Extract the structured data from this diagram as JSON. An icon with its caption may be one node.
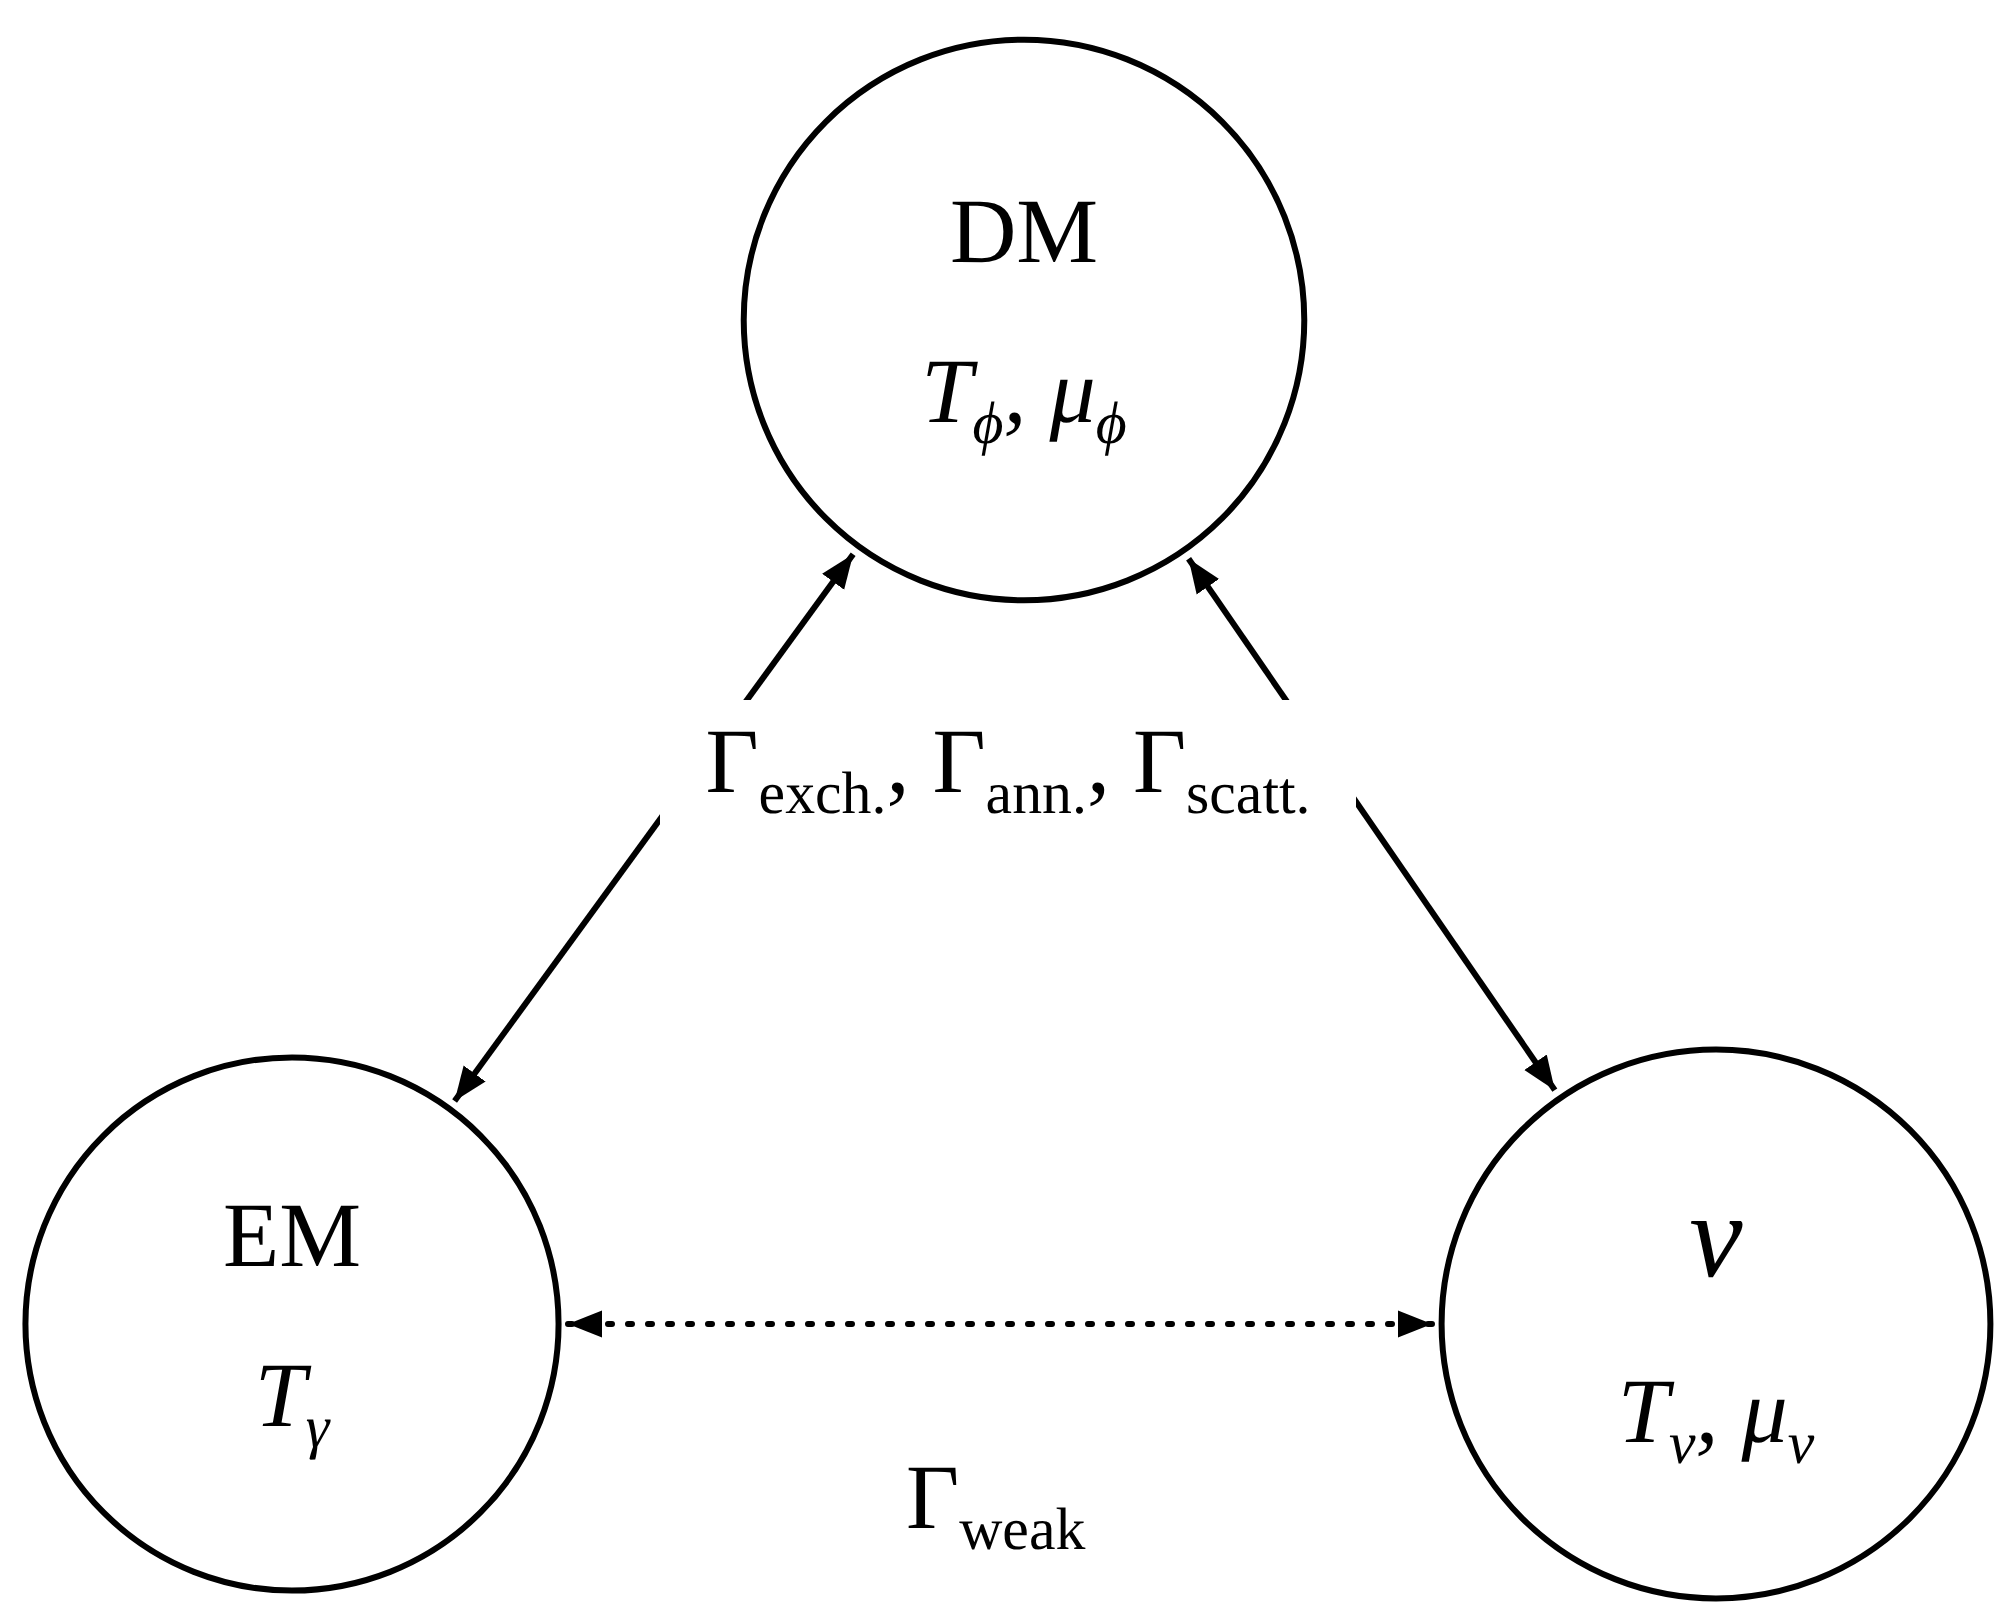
{
  "diagram": {
    "nodes": [
      {
        "text": [
          "DM",
          "T$_{ϕ}$, μ$_{ϕ}$"
        ]
      },
      {
        "text": [
          "EM",
          "T$_{γ}$"
        ]
      },
      {
        "text": [
          "ν",
          "T$_{ν}$, μ$_{ν}$"
        ]
      }
    ],
    "edges": [
      {
        "from": 0,
        "to": 1,
        "arrow": "both"
      },
      {
        "from": 0,
        "to": 2,
        "arrow": "both"
      },
      {
        "from": 1,
        "to": 2,
        "arrow": "both",
        "style": "dashed",
        "label": "Γ$_{weak}$"
      }
    ],
    "labels": [
      "Γ$_{exch.}$, Γ$_{ann.}$, Γ$_{scatt.}$"
    ]
  }
}
